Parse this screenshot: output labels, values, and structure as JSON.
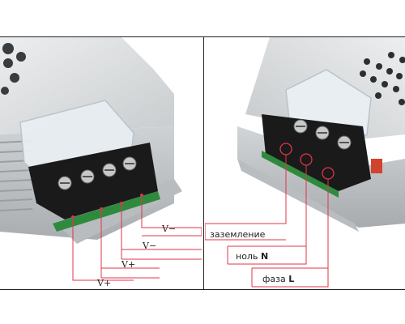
{
  "left": {
    "callouts": [
      {
        "id": "v-minus-1",
        "text": "V−"
      },
      {
        "id": "v-minus-2",
        "text": "V−"
      },
      {
        "id": "v-plus-1",
        "text": "V+"
      },
      {
        "id": "v-plus-2",
        "text": "V+"
      }
    ]
  },
  "right": {
    "callouts": [
      {
        "id": "ground",
        "text": "заземление"
      },
      {
        "id": "neutral",
        "prefix": "ноль",
        "suffix": "N"
      },
      {
        "id": "phase",
        "prefix": "фаза",
        "suffix": "L"
      }
    ]
  },
  "colors": {
    "callout_line": "#e0344a",
    "frame": "#222222",
    "housing": "#d6d8da",
    "terminal_block": "#1a1a1a",
    "pcb": "#2f8a3e",
    "cover": "#e8eef2"
  },
  "icons": [
    "screw-terminal-icon",
    "vent-hole-icon",
    "red-dot-marker-icon"
  ]
}
